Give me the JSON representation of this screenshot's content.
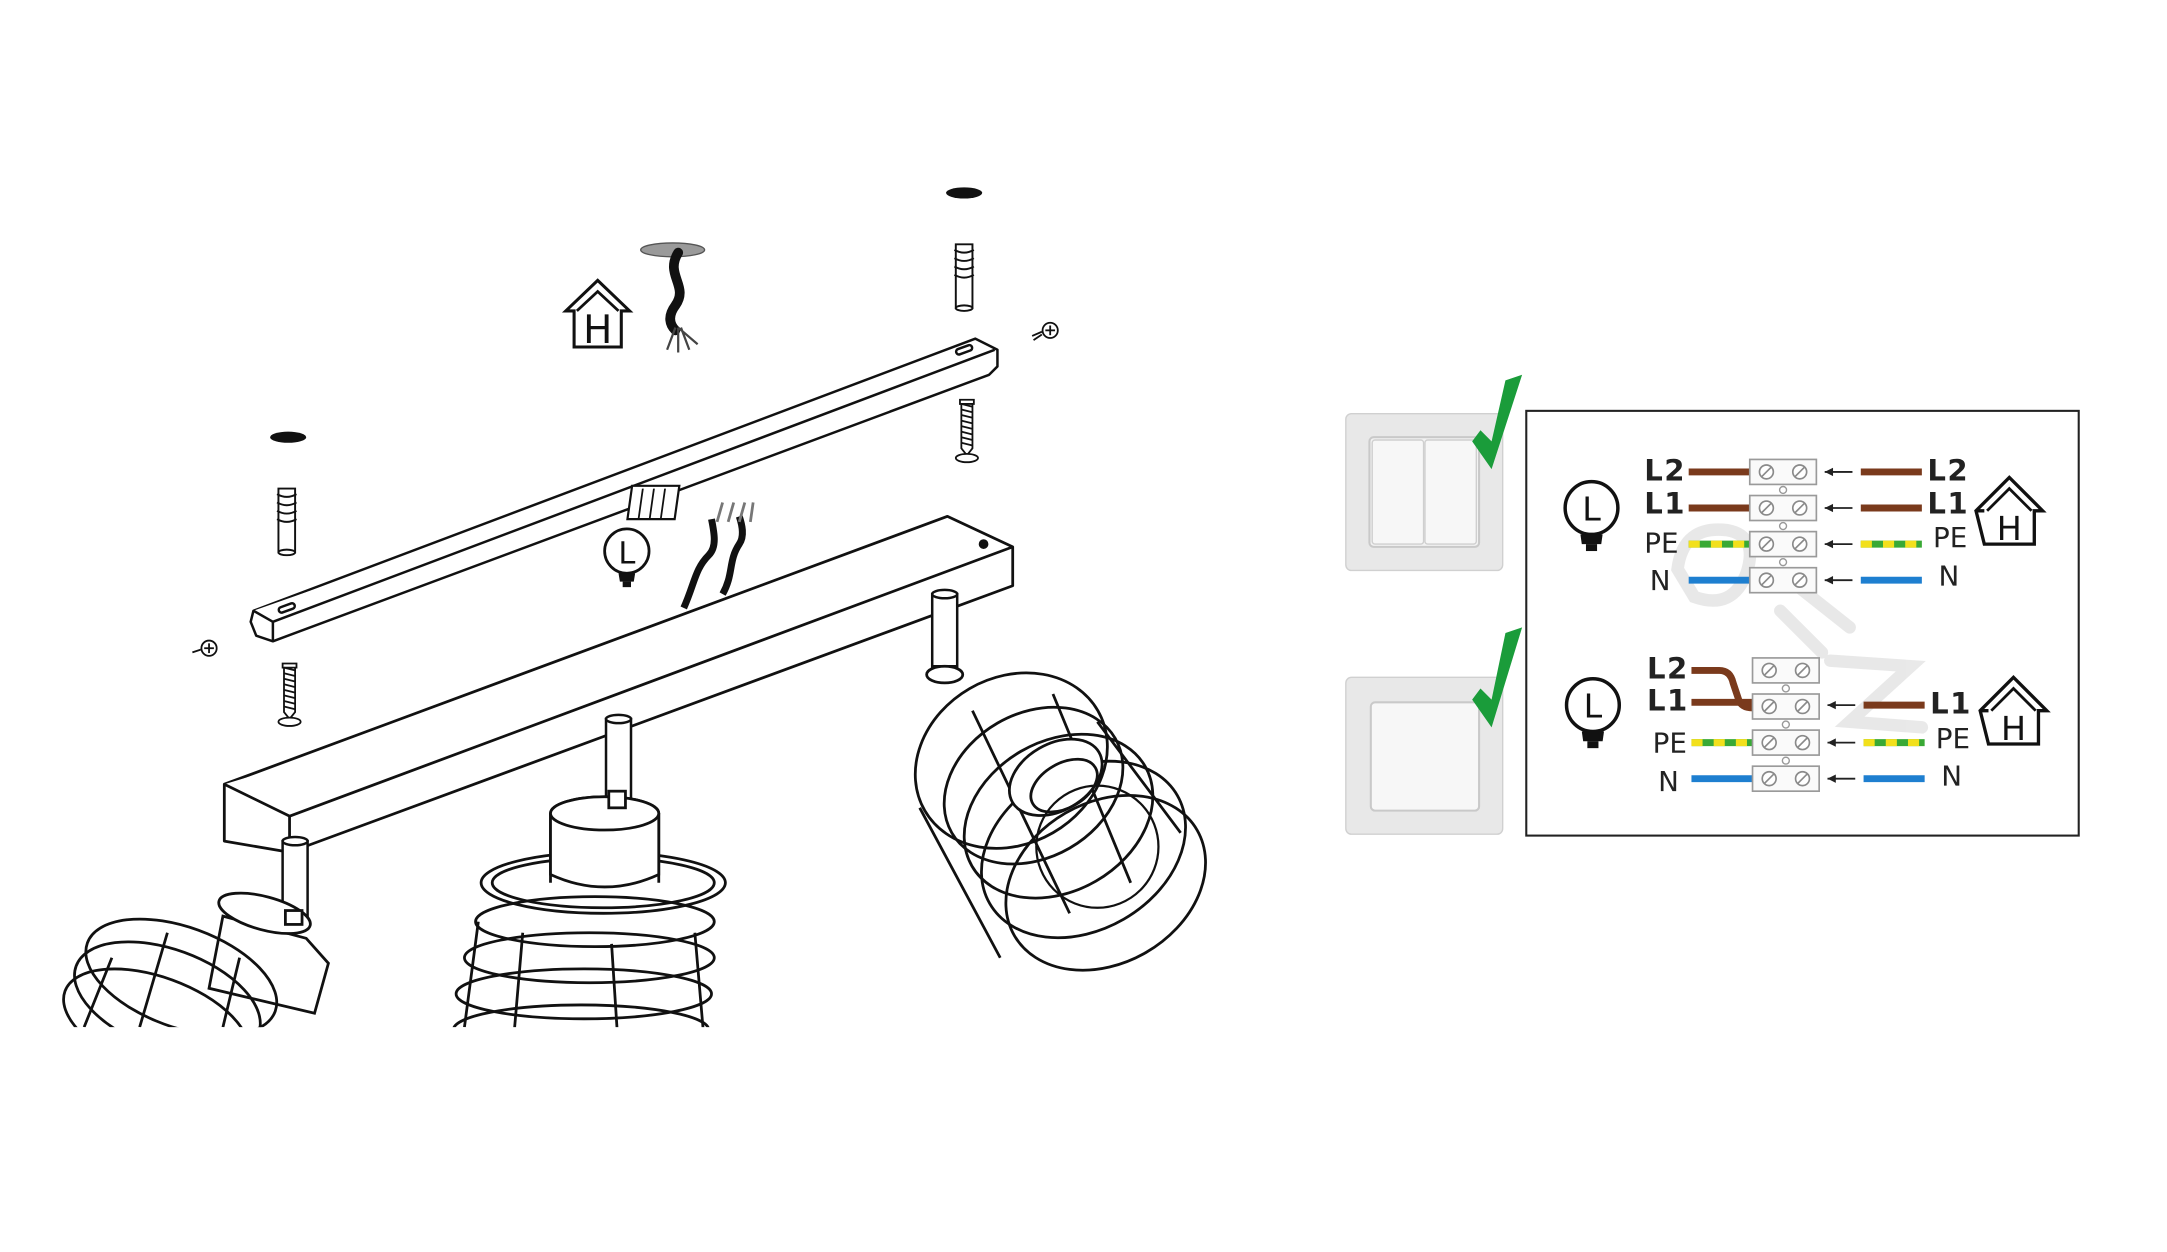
{
  "icons": {
    "lamp_letter": "L",
    "house_letter": "H",
    "lamp_icon": "lamp-bulb-icon",
    "house_icon": "house-icon",
    "check_icon": "checkmark-icon",
    "check_color": "#1a9c3a"
  },
  "colors": {
    "live": "#7a3a1c",
    "earth_green": "#39a935",
    "earth_yellow": "#f2e01c",
    "neutral": "#1e7fd0"
  },
  "diagram1": {
    "switch": "double-rocker-switch",
    "left_labels": [
      "L2",
      "L1",
      "PE",
      "N"
    ],
    "right_labels": [
      "L2",
      "L1",
      "PE",
      "N"
    ]
  },
  "diagram2": {
    "switch": "single-rocker-switch",
    "left_labels": [
      "L2",
      "L1",
      "PE",
      "N"
    ],
    "right_labels": [
      "L1",
      "PE",
      "N"
    ]
  }
}
